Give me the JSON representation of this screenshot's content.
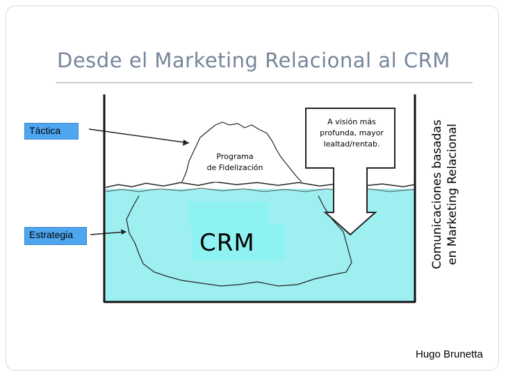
{
  "title": "Desde el Marketing Relacional al CRM",
  "tags": {
    "tactica": "Táctica",
    "estrategia": "Estrategia"
  },
  "iceberg": {
    "tip_label_line1": "Programa",
    "tip_label_line2": "de Fidelización",
    "core_label": "CRM"
  },
  "arrow_label": {
    "line1": "A visión más",
    "line2": "profunda, mayor",
    "line3": "lealtad/rentab."
  },
  "side_text": {
    "line1": "Comunicaciones basadas",
    "line2": "en Marketing Relacional"
  },
  "author": "Hugo Brunetta",
  "colors": {
    "water": "#9eeff0",
    "core": "#8ff2f2",
    "tag": "#4fa6f0",
    "title": "#76869a"
  }
}
